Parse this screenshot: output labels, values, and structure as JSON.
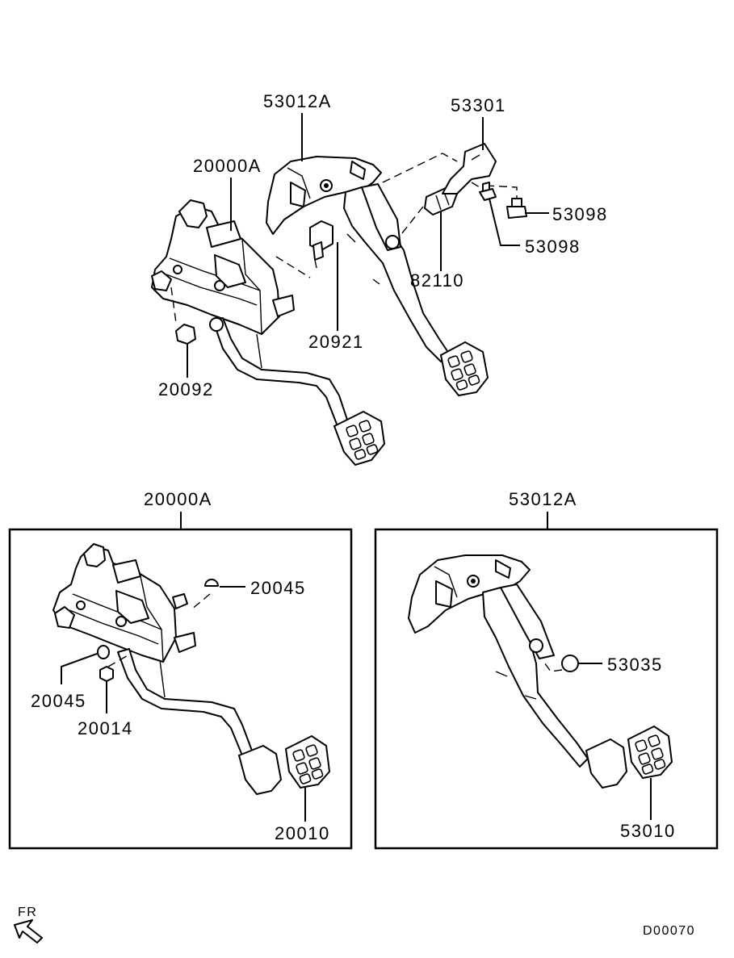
{
  "labels": {
    "top_clutch_assembly": "20000A",
    "top_brake_assembly": "53012A",
    "brake_bracket": "53301",
    "bolt_right": "53098",
    "bolt_lower": "53098",
    "stoplamp_switch": "82110",
    "clutch_switch": "20921",
    "clutch_nut": "20092",
    "clutch_box_title": "20000A",
    "clutch_bushing_upper": "20045",
    "clutch_bushing_lower": "20045",
    "clutch_nut_box": "20014",
    "clutch_pad": "20010",
    "brake_box_title": "53012A",
    "brake_stopper": "53035",
    "brake_pad": "53010"
  },
  "orientation": {
    "label": "FR"
  },
  "footer": {
    "drawing_code": "D00070"
  }
}
